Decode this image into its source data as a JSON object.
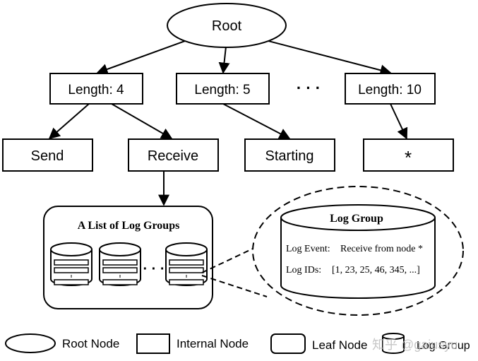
{
  "tree": {
    "root": "Root",
    "internal": [
      "Length: 4",
      "Length: 5",
      "Length: 10"
    ],
    "ellipsis": "· · ·",
    "leaves": [
      "Send",
      "Receive",
      "Starting",
      "*"
    ]
  },
  "log_list": {
    "title": "A List of Log Groups",
    "dots": "· · ·"
  },
  "log_group": {
    "title": "Log Group",
    "event_label": "Log Event:",
    "event_value": "Receive from node *",
    "ids_label": "Log IDs:",
    "ids_value": "[1, 23, 25, 46, 345, ...]"
  },
  "legend": {
    "root": "Root Node",
    "internal": "Internal Node",
    "leaf": "Leaf Node",
    "log_group": "Log Group"
  },
  "watermark": "知乎 @gaiusyu"
}
